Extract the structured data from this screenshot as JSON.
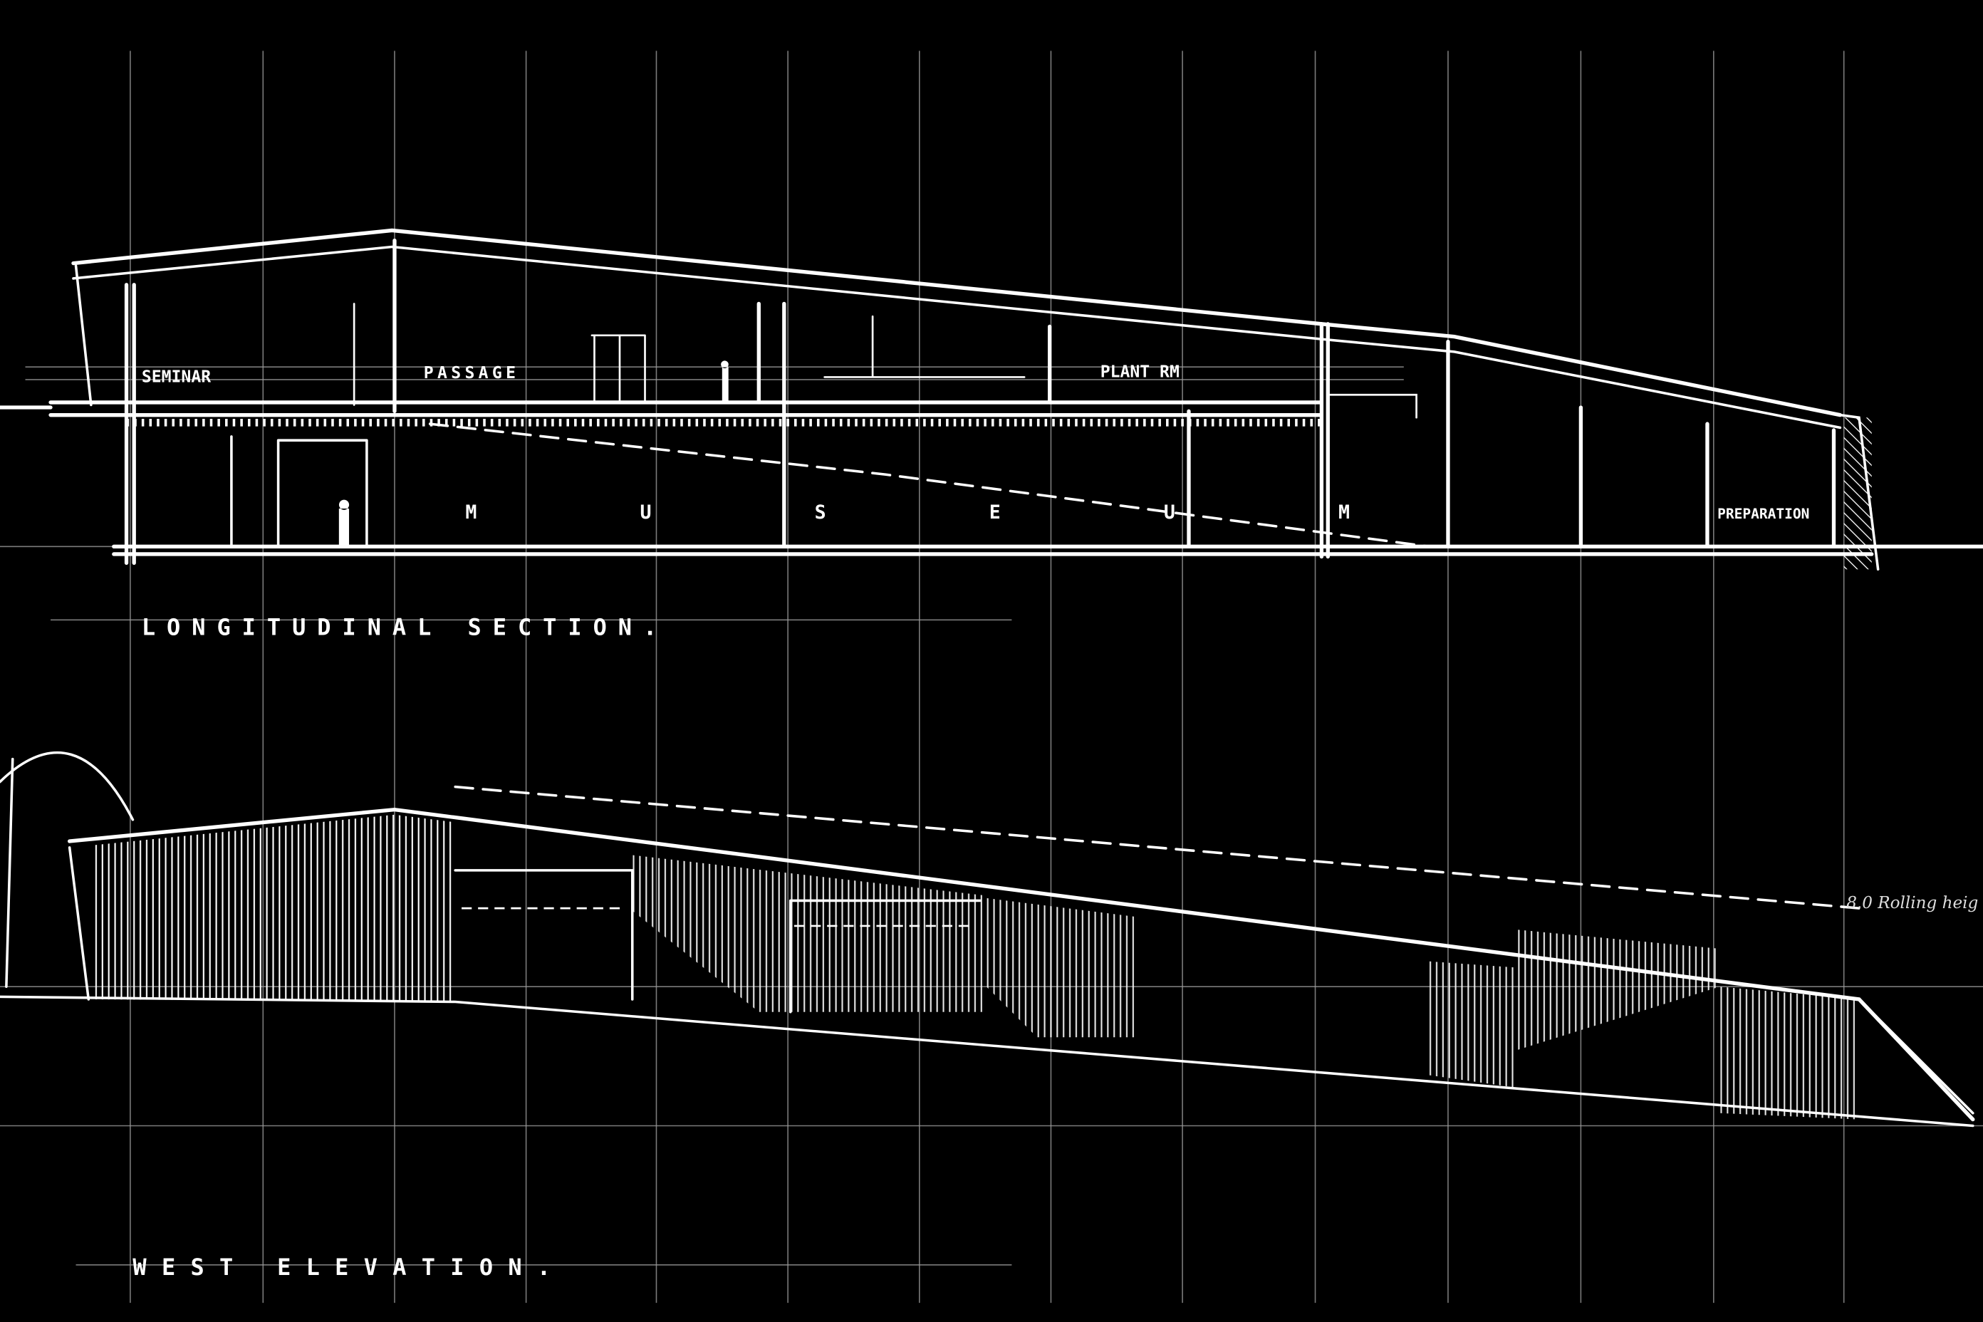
{
  "section": {
    "title": "LONGITUDINAL SECTION.",
    "labels": {
      "seminar": "SEMINAR",
      "passage": "PASSAGE",
      "plant_room": "PLANT RM",
      "museum": "M U S E U M",
      "preparation": "PREPARATION"
    }
  },
  "elevation": {
    "title": "WEST ELEVATION.",
    "annotation": "8.0 Rolling heig"
  },
  "colors": {
    "background": "#000000",
    "ink": "#ffffff",
    "grid": "#9a9a9a"
  }
}
